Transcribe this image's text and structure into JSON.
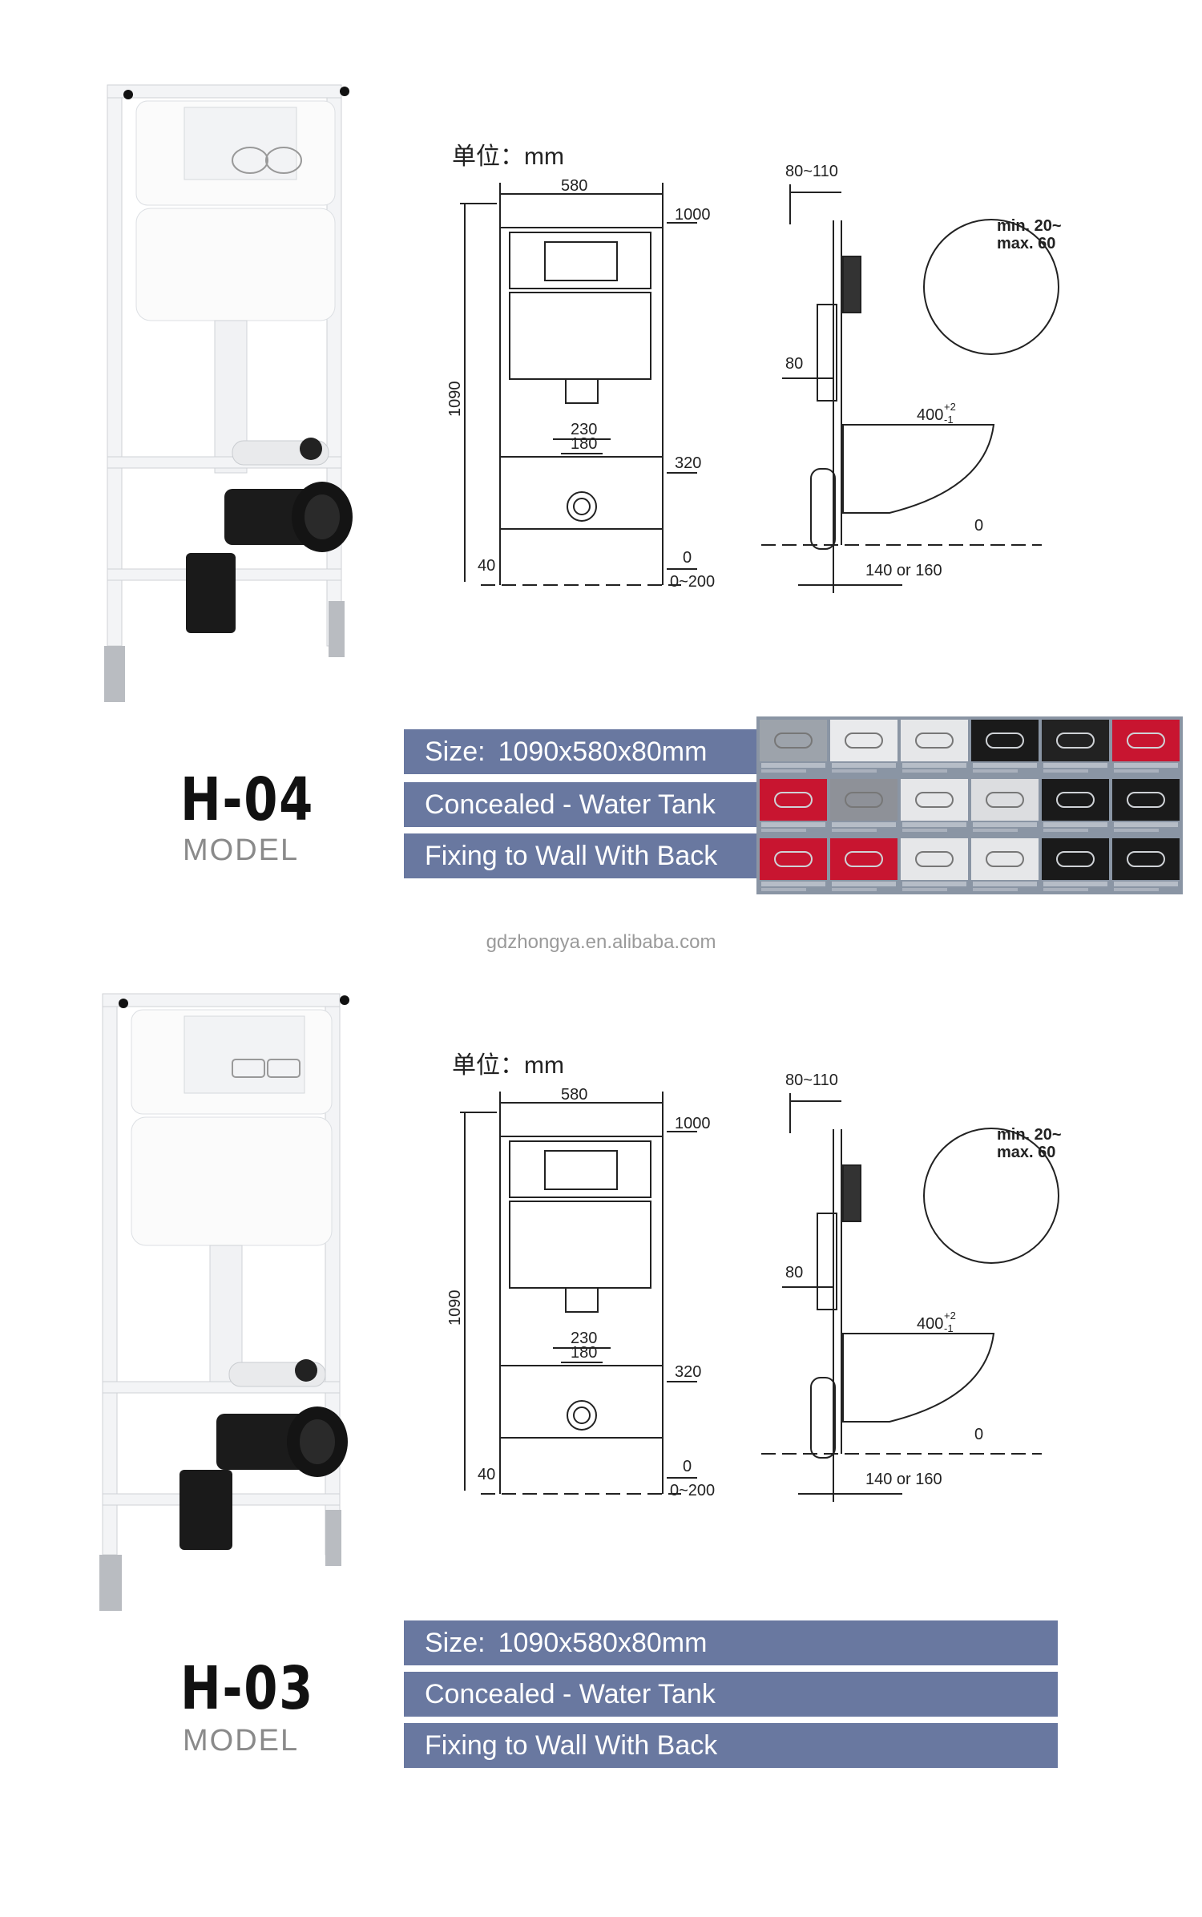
{
  "watermark": "gdzhongya.en.alibaba.com",
  "sections": [
    {
      "model_code": "H-04",
      "model_word": "MODEL",
      "unit_label": "单位：mm",
      "dims": {
        "width": "580",
        "height": "1090",
        "top_right": "1000",
        "h230": "230",
        "h180": "180",
        "h320": "320",
        "h40": "40",
        "h0": "0",
        "h0_200": "0~200",
        "side_top": "80~110",
        "side_80": "80",
        "side_400": "400",
        "side_400_sup": "+2",
        "side_400_sub": "-1",
        "side_0": "0",
        "side_140": "140 or 160",
        "detail_min": "min. 20~",
        "detail_max": "max. 60"
      },
      "specs": [
        {
          "key": "Size:",
          "value": "1090x580x80mm"
        },
        {
          "key": "",
          "value": "Concealed - Water Tank"
        },
        {
          "key": "",
          "value": "Fixing to Wall With Back"
        }
      ]
    },
    {
      "model_code": "H-03",
      "model_word": "MODEL",
      "unit_label": "单位：mm",
      "dims": {
        "width": "580",
        "height": "1090",
        "top_right": "1000",
        "h230": "230",
        "h180": "180",
        "h320": "320",
        "h40": "40",
        "h0": "0",
        "h0_200": "0~200",
        "side_top": "80~110",
        "side_80": "80",
        "side_400": "400",
        "side_400_sup": "+2",
        "side_400_sub": "-1",
        "side_0": "0",
        "side_140": "140 or 160",
        "detail_min": "min. 20~",
        "detail_max": "max. 60"
      },
      "specs": [
        {
          "key": "Size:",
          "value": "1090x580x80mm"
        },
        {
          "key": "",
          "value": "Concealed - Water Tank"
        },
        {
          "key": "",
          "value": "Fixing to Wall With Back"
        }
      ]
    }
  ],
  "swatch_colors": [
    "#9da3ab",
    "#e9eaec",
    "#e6e7e9",
    "#1a1a1a",
    "#222222",
    "#c81530",
    "#c81530",
    "#8e9198",
    "#e6e7e9",
    "#dcdde0",
    "#1a1a1a",
    "#1a1a1a",
    "#c81530",
    "#c81530",
    "#e6e7e9",
    "#e6e7e9",
    "#1a1a1a",
    "#1a1a1a"
  ],
  "colors": {
    "bar": "#6978a0",
    "drawing_line": "#222222"
  }
}
